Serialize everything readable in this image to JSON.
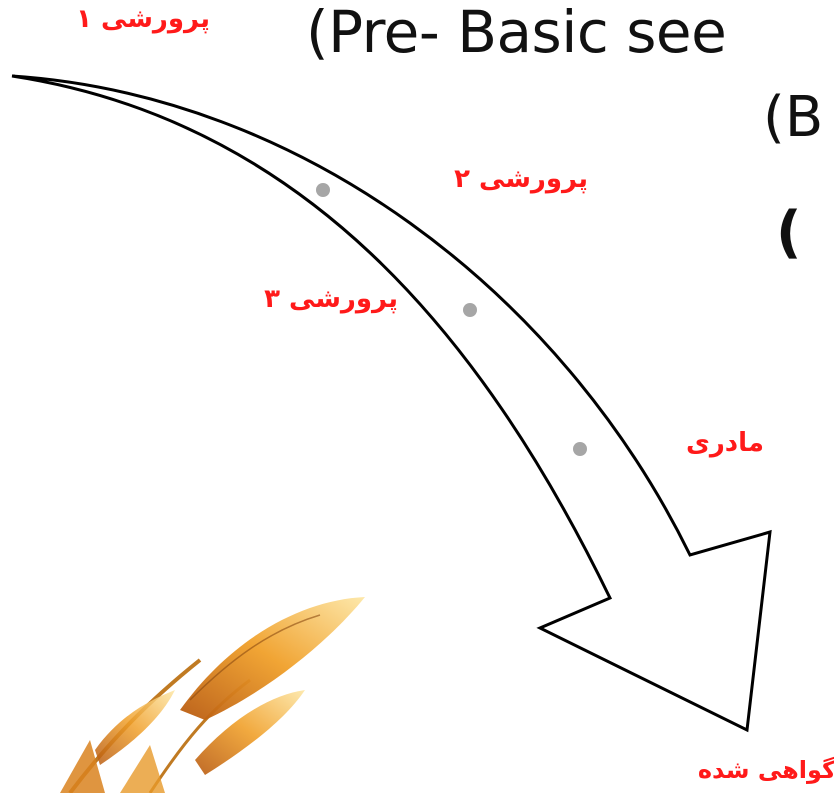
{
  "heading": {
    "line1": "(Pre- Basic see",
    "line2": "(B",
    "line3": "("
  },
  "stages": [
    {
      "label": "پرورشی ۱"
    },
    {
      "label": "پرورشی ۲"
    },
    {
      "label": "پرورشی ۳"
    },
    {
      "label": "مادری"
    },
    {
      "label": "گواهی شده"
    }
  ],
  "colors": {
    "label": "#ff1a1a",
    "arrow_stroke": "#000000",
    "dot": "#a6a6a6",
    "wheat": "#e8951f"
  },
  "decor": {
    "arrow_icon": "curved-arrow",
    "wheat_icon": "wheat-stalk"
  }
}
